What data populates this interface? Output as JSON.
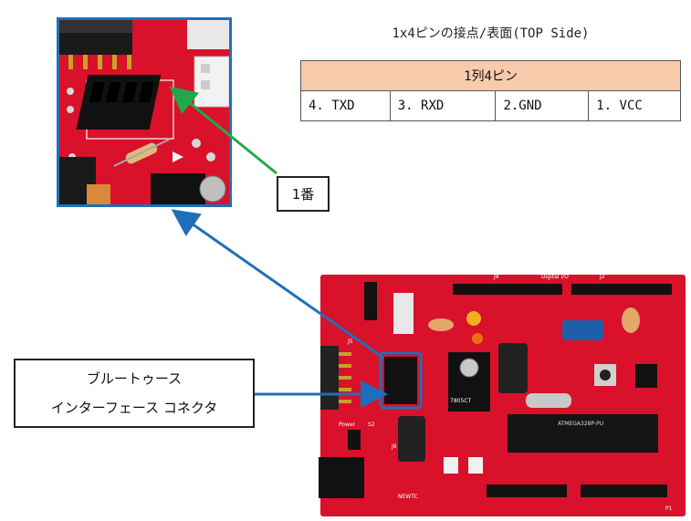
{
  "table": {
    "title": "1x4ピンの接点/表面(TOP Side)",
    "header": "1列4ピン",
    "pins": [
      "4. TXD",
      "3. RXD",
      "2.GND",
      "1. VCC"
    ]
  },
  "labels": {
    "pin1": "1番",
    "bluetooth_line1": "ブルートゥース",
    "bluetooth_line2": "インターフェース コネクタ"
  },
  "board": {
    "marks": [
      "J8",
      "Digital I/O",
      "J2",
      "Power",
      "S2",
      "P1",
      "NEWTC",
      "7805CT",
      "ATMEGA328P-PU",
      "J5",
      "J6"
    ]
  },
  "colors": {
    "board_red": "#d9112a",
    "arrow_blue": "#1f6fb8",
    "arrow_green": "#22a84a",
    "table_header": "#f8cbad"
  }
}
